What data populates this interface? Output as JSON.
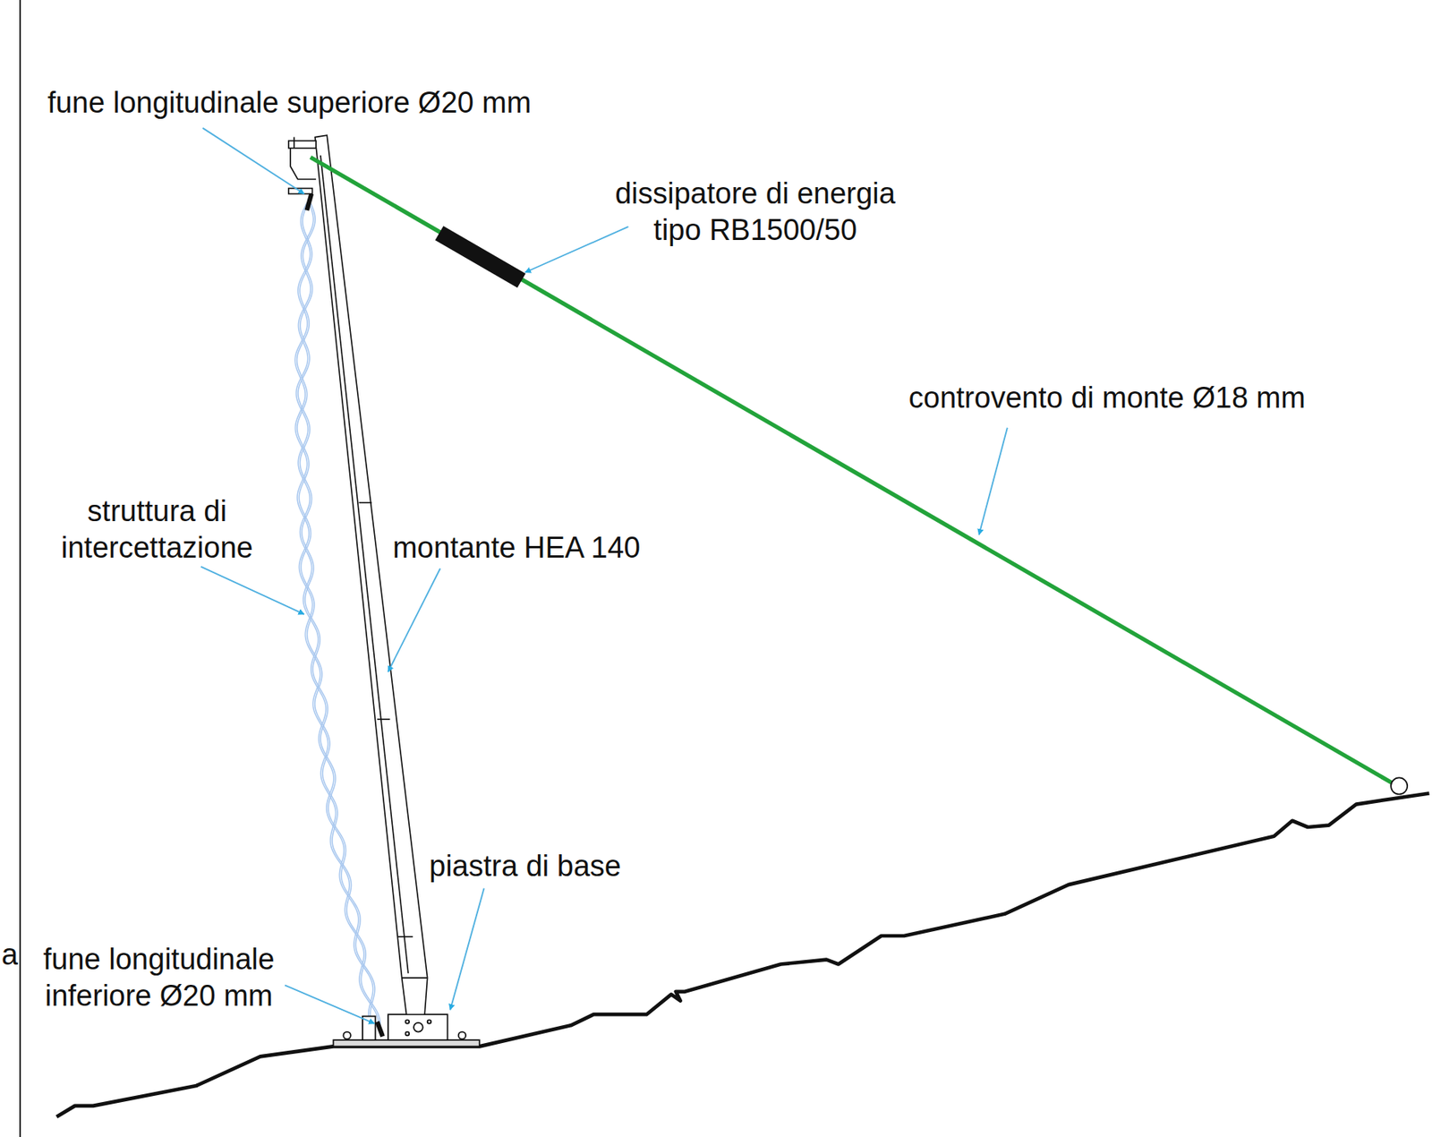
{
  "diagram": {
    "labels": [
      "fune longitudinale superiore Ø20 mm",
      "dissipatore di energia tipo RB1500/50",
      "controvento di monte Ø18 mm",
      "struttura di intercettazione",
      "montante HEA 140",
      "piastra di base",
      "fune longitudinale inferiore Ø20 mm",
      "a"
    ]
  }
}
